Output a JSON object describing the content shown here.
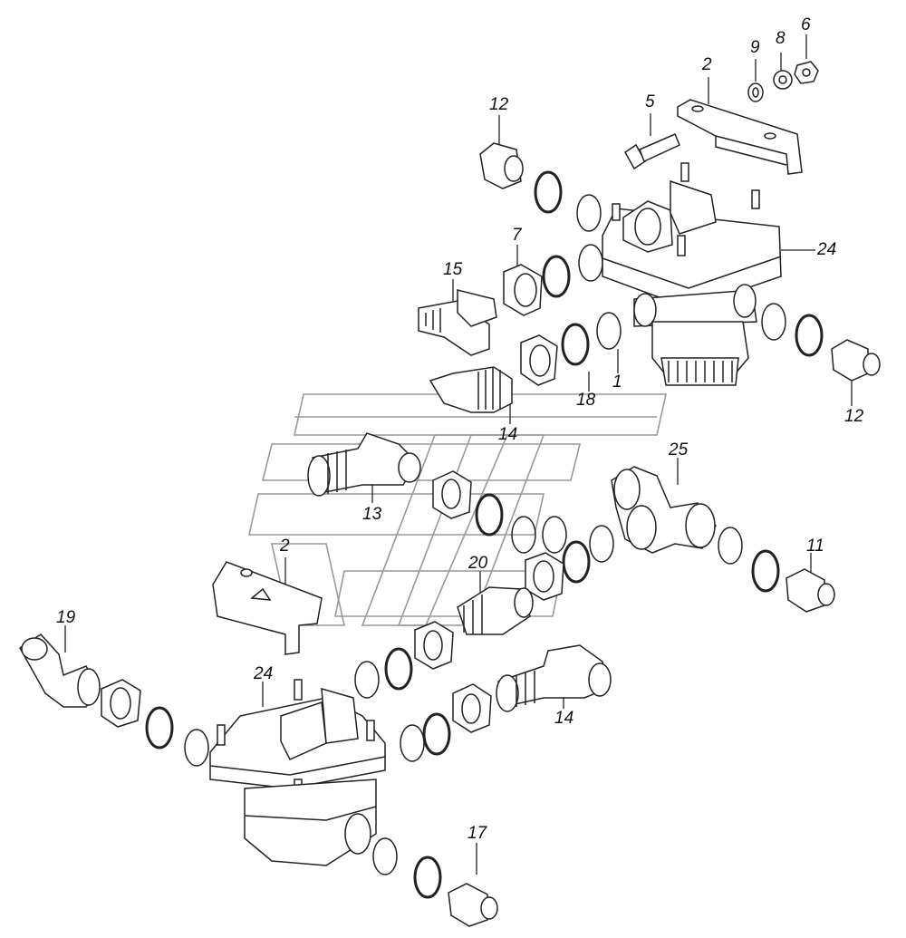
{
  "labels": {
    "p1": "1",
    "p2a": "2",
    "p2b": "2",
    "p5": "5",
    "p6": "6",
    "p7": "7",
    "p8": "8",
    "p9": "9",
    "p11": "11",
    "p12a": "12",
    "p12b": "12",
    "p13": "13",
    "p14a": "14",
    "p14b": "14",
    "p15": "15",
    "p17": "17",
    "p18": "18",
    "p19": "19",
    "p20": "20",
    "p24a": "24",
    "p24b": "24",
    "p25": "25"
  },
  "colors": {
    "line": "#222222",
    "watermark": "#999999",
    "background": "#ffffff"
  }
}
